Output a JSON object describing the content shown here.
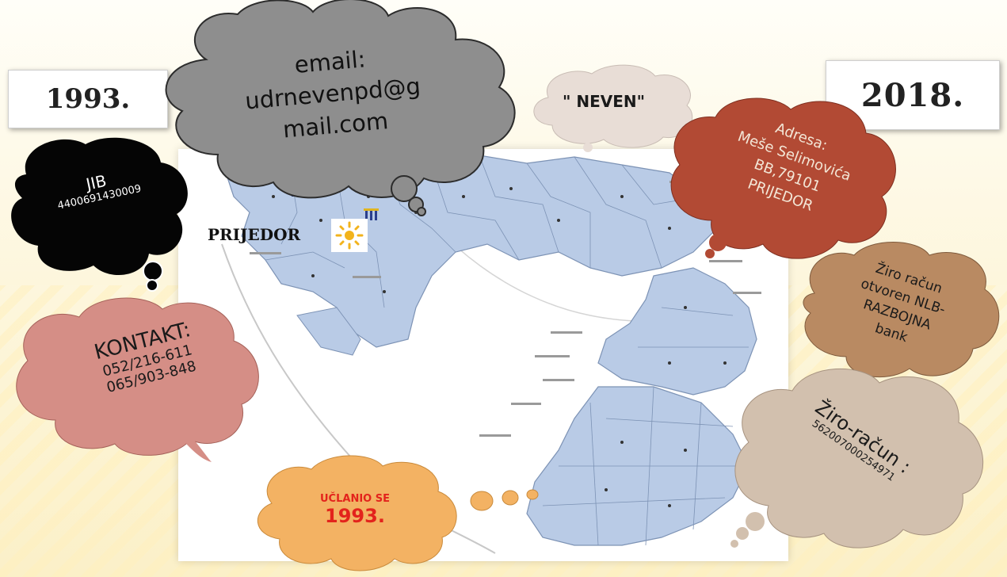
{
  "years": {
    "start": "1993.",
    "end": "2018."
  },
  "email": {
    "label": "email:",
    "line1": "udrnevenpd@g",
    "line2": "mail.com"
  },
  "name": {
    "text": "\" NEVEN\""
  },
  "jib": {
    "label": "JIB",
    "value": "4400691430009"
  },
  "address": {
    "line1": "Adresa:",
    "line2": "Meše Selimovića",
    "line3": "BB,79101",
    "line4": "PRIJEDOR"
  },
  "city": {
    "label": "PRIJEDOR"
  },
  "contact": {
    "label": "KONTAKT:",
    "phone1": "052/216-611",
    "phone2": "065/903-848"
  },
  "account": {
    "line1": "Žiro račun",
    "line2": "otvoren NLB-",
    "line3": "RAZBOJNA",
    "line4": "bank"
  },
  "account_number": {
    "label": "Žiro-račun :",
    "value": "562007000254971"
  },
  "membership": {
    "label": "UČLANIO SE",
    "year": "1993."
  },
  "colors": {
    "email_cloud": "#8e8e8e",
    "name_cloud": "#e8ddd6",
    "jib_cloud": "#050505",
    "address_cloud": "#b24a34",
    "contact_cloud": "#d58e86",
    "account_cloud": "#b98a62",
    "account_number_cloud": "#d2c0ae",
    "membership_cloud": "#f3b263",
    "map_region": "#b9cbe6",
    "membership_text": "#e3231c"
  }
}
